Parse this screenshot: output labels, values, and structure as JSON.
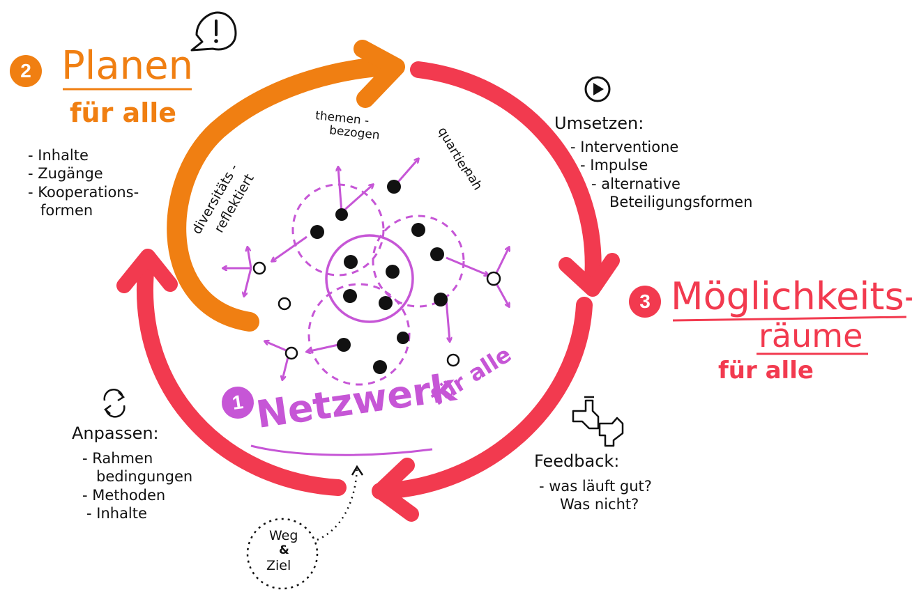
{
  "colors": {
    "orange": "#f07f12",
    "red": "#f23a4f",
    "purple": "#c656d6",
    "ink": "#111111"
  },
  "planen": {
    "number": "2",
    "title": "Planen",
    "subtitle": "für alle",
    "items": [
      "- Inhalte",
      "- Zugänge",
      "- Kooperations-",
      "formen"
    ]
  },
  "moeglichkeitsraeume": {
    "number": "3",
    "title_line1": "Möglichkeits-",
    "title_line2": "räume",
    "subtitle": "für alle"
  },
  "netzwerk": {
    "number": "1",
    "title": "Netzwerk",
    "subtitle": "für alle"
  },
  "umsetzen": {
    "icon": "play-icon",
    "heading": "Umsetzen:",
    "items": [
      "- Interventione",
      "- Impulse",
      "- alternative",
      "Beteiligungsformen"
    ]
  },
  "feedback": {
    "icon": "pipe-valve-icon",
    "heading": "Feedback:",
    "items": [
      "- was läuft gut?",
      "Was nicht?"
    ]
  },
  "anpassen": {
    "icon": "cycle-arrows-icon",
    "heading": "Anpassen:",
    "items": [
      "- Rahmen",
      "bedingungen",
      "- Methoden",
      "- Inhalte"
    ]
  },
  "network_labels": {
    "diversity": [
      "diversitäts -",
      "reflektiert"
    ],
    "theme": [
      "themen -",
      "bezogen"
    ],
    "district": [
      "quartier-",
      "nah"
    ]
  },
  "weg_ziel": [
    "Weg",
    "&",
    "Ziel"
  ],
  "alert_icon": "speech-bubble-exclamation-icon"
}
